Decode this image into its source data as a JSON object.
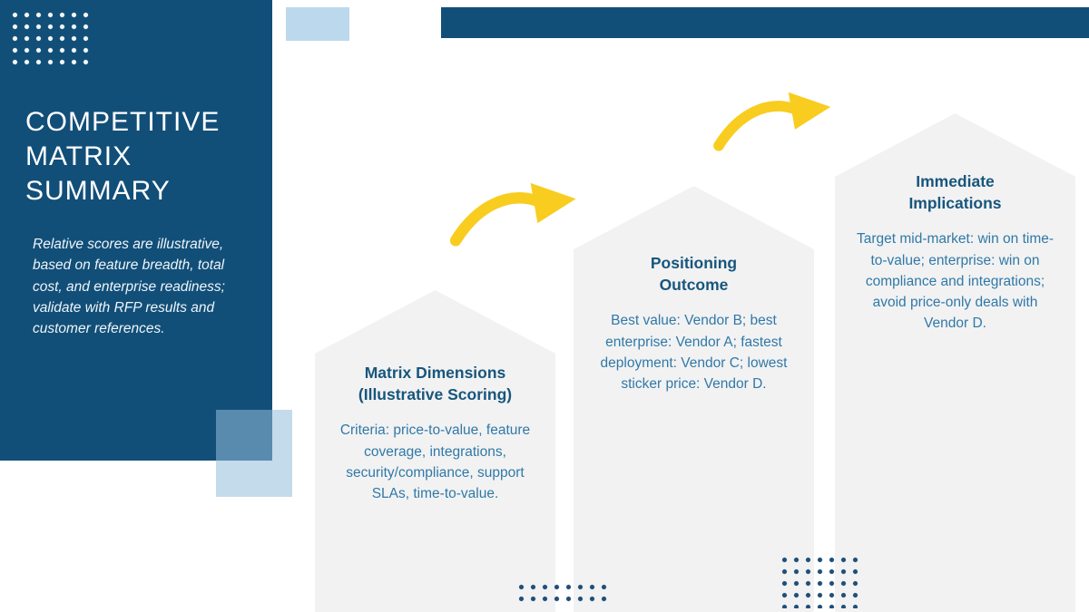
{
  "slide": {
    "title": "COMPETITIVE MATRIX SUMMARY",
    "note": "Relative scores are illustrative, based on feature breadth, total cost, and enterprise readiness; validate with RFP results and customer references."
  },
  "cards": [
    {
      "title": "Matrix Dimensions (Illustrative Scoring)",
      "body": "Criteria: price-to-value, feature coverage, integrations, security/compliance, support SLAs, time-to-value."
    },
    {
      "title": "Positioning Outcome",
      "body": "Best value: Vendor B; best enterprise: Vendor A; fastest deployment: Vendor C; lowest sticker price: Vendor D."
    },
    {
      "title": "Immediate Implications",
      "body": "Target mid-market: win on time-to-value; enterprise: win on compliance and integrations; avoid price-only deals with Vendor D."
    }
  ],
  "icons": [
    "curved-arrow-icon",
    "dot-grid-decoration"
  ],
  "colors": {
    "navy": "#124f78",
    "light_blue": "#bcd8ec",
    "yellow": "#f8cd1f",
    "card_bg": "#f2f2f3",
    "card_title": "#17567c",
    "card_body": "#3079a6"
  }
}
